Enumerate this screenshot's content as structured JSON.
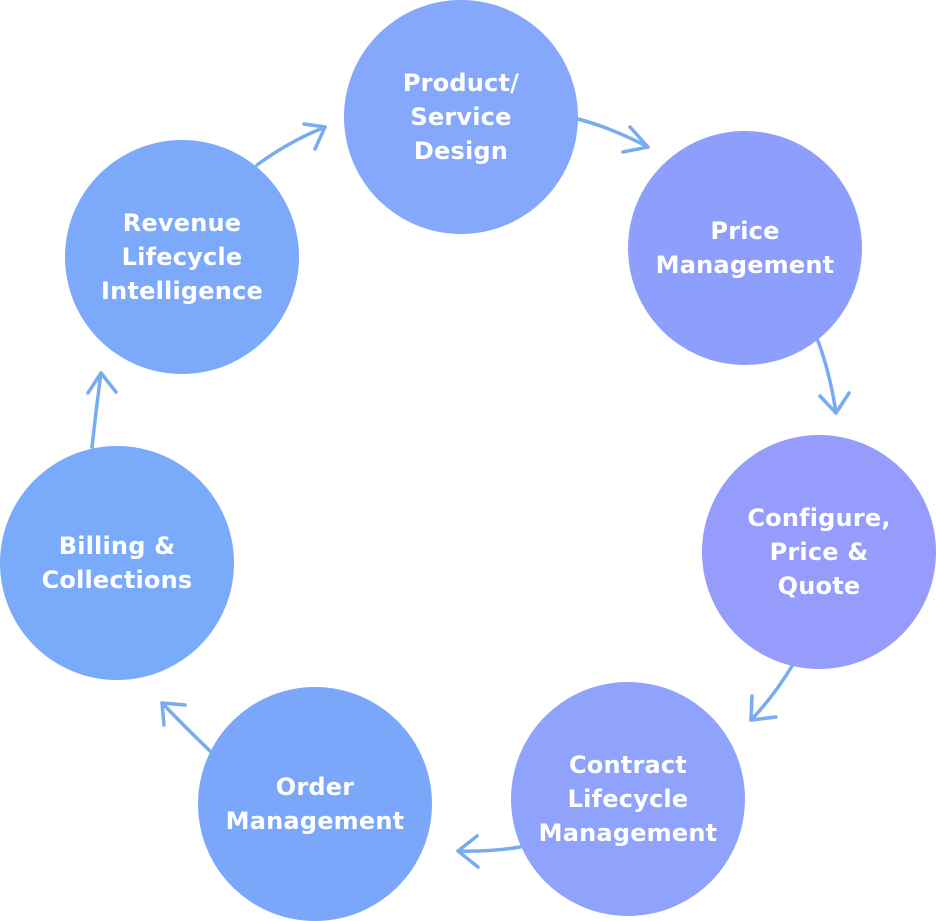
{
  "diagram": {
    "stages": [
      {
        "label": "Product/\nService\nDesign",
        "color": "#86A8FC"
      },
      {
        "label": "Price\nManagement",
        "color": "#8D9EFC"
      },
      {
        "label": "Configure,\nPrice &\nQuote",
        "color": "#969CFB"
      },
      {
        "label": "Contract\nLifecycle\nManagement",
        "color": "#8FA2FC"
      },
      {
        "label": "Order\nManagement",
        "color": "#7BA7FA"
      },
      {
        "label": "Billing &\nCollections",
        "color": "#7AAAFA"
      },
      {
        "label": "Revenue\nLifecycle\nIntelligence",
        "color": "#7CA9FA"
      }
    ],
    "arrow_color": "#79ACEE"
  }
}
